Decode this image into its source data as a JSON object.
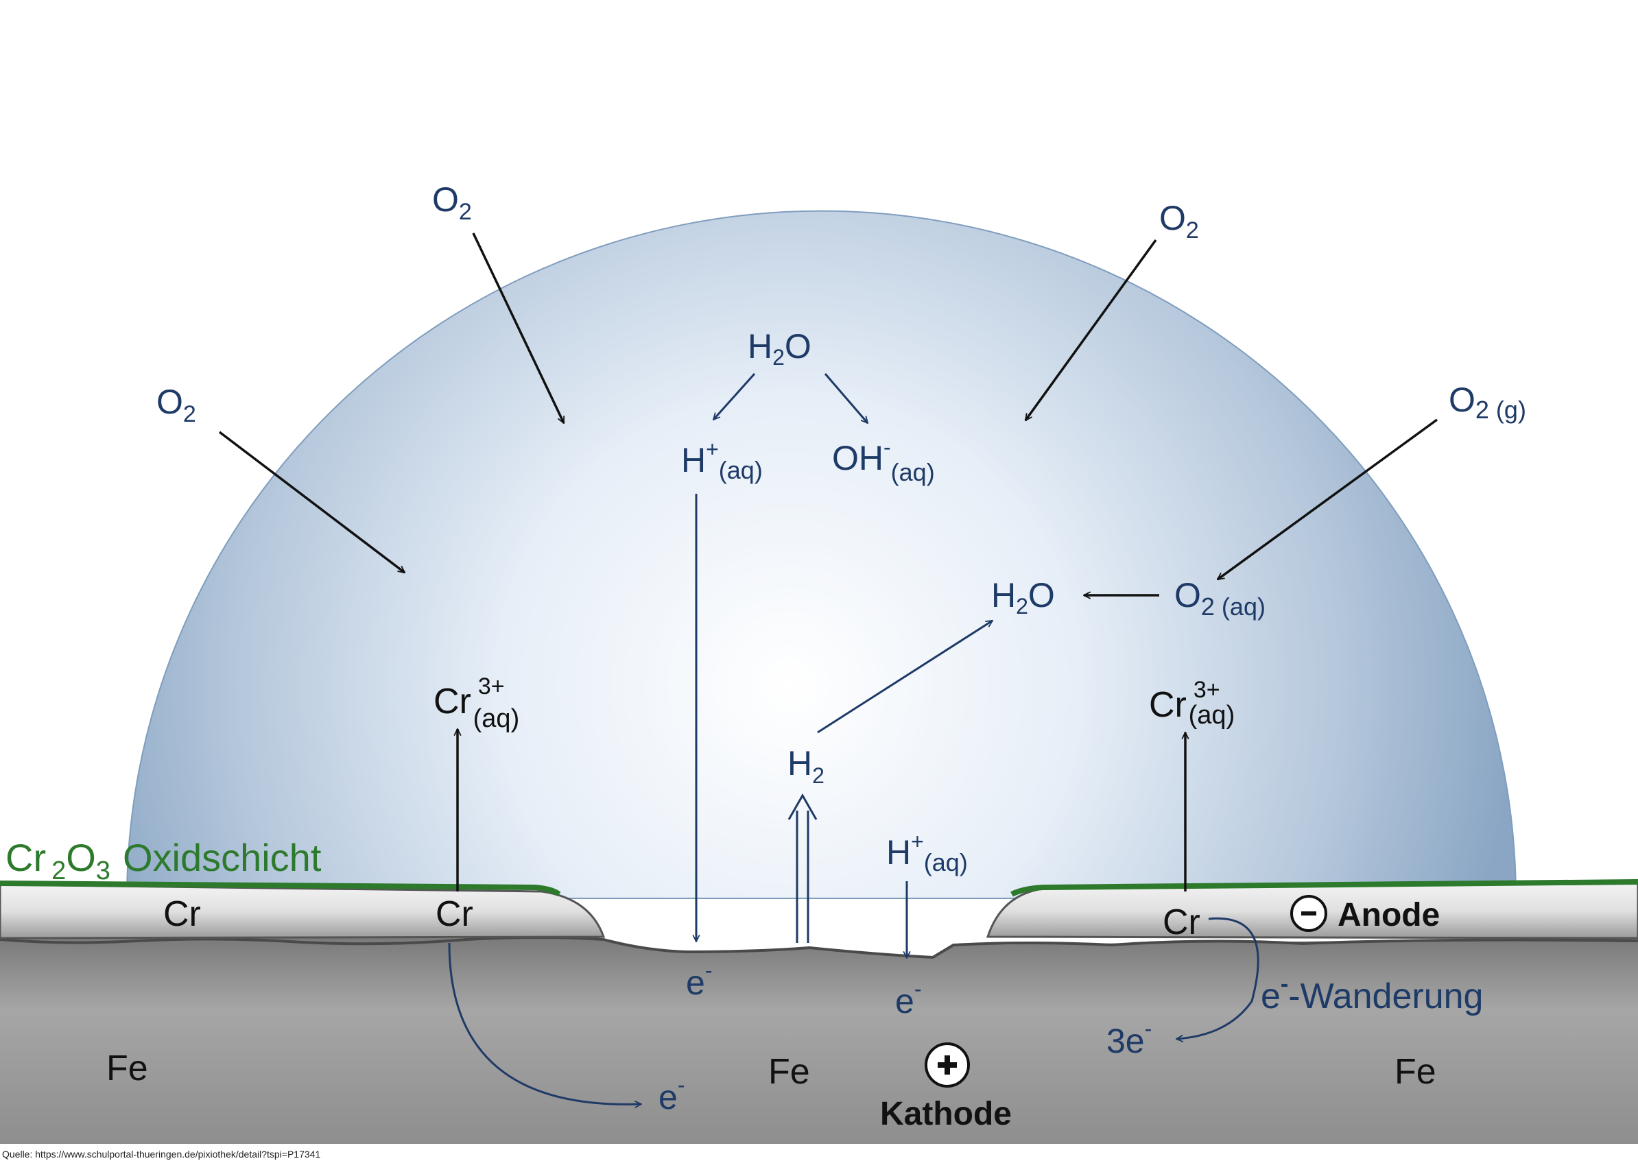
{
  "molecules": {
    "o2": "O",
    "o2_sub": "2",
    "o2_gas_sub": "2 (g)",
    "o2_aq_sub": "2 (aq)",
    "h2o_h": "H",
    "h2o_sub": "2",
    "h2o_o": "O",
    "h_plus": "H",
    "plus": "+",
    "aq": "(aq)",
    "oh": "OH",
    "minus": "-",
    "h2": "H",
    "h2_sub": "2",
    "cr": "Cr",
    "cr3_sup": "3+",
    "fe": "Fe",
    "e": "e",
    "three_e": "3e"
  },
  "layers": {
    "oxide_cr": "Cr",
    "oxide_sub1": "2",
    "oxide_o": "O",
    "oxide_sub2": "3",
    "oxide_word": "Oxidschicht"
  },
  "electrodes": {
    "anode": "Anode",
    "kathode": "Kathode",
    "wanderung_e": "e",
    "wanderung_minus": "-",
    "wanderung_text": "-Wanderung"
  },
  "source": "Quelle: https://www.schulportal-thueringen.de/pixiothek/detail?tspi=P17341",
  "colors": {
    "navy": "#1e3a66",
    "black": "#111111",
    "green": "#2d7a2d",
    "drop_edge": "#7f9dbd",
    "metal": "#9a9a9a"
  }
}
